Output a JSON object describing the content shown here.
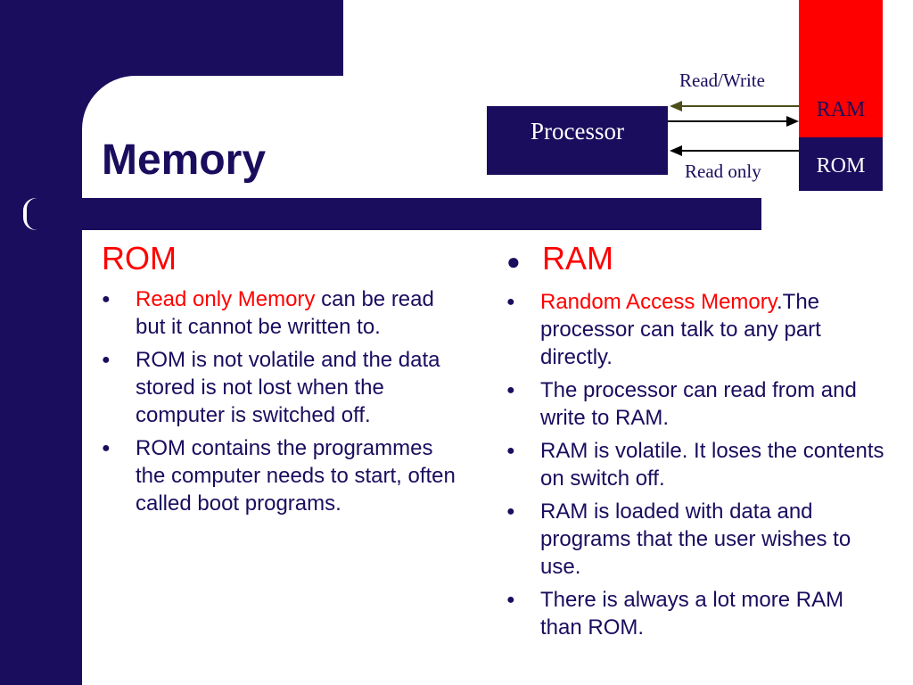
{
  "slide": {
    "title": "Memory",
    "diagram": {
      "processor_label": "Processor",
      "ram_label": "RAM",
      "rom_label": "ROM",
      "read_write_label": "Read/Write",
      "read_only_label": "Read only"
    },
    "rom_column": {
      "heading": "ROM",
      "bullets": [
        {
          "highlight": "Read only Memory",
          "text": " can be read but it cannot be written to."
        },
        {
          "highlight": "",
          "text": "ROM is not volatile and the data stored is not lost when the computer is switched off."
        },
        {
          "highlight": "",
          "text": "ROM contains the programmes the computer needs to start, often called boot programs."
        }
      ]
    },
    "ram_column": {
      "heading": "RAM",
      "bullets": [
        {
          "highlight": "Random Access Memory",
          "text": ".The processor can talk to any part directly."
        },
        {
          "highlight": "",
          "text": "The processor can read from and write to RAM."
        },
        {
          "highlight": "",
          "text": "RAM is volatile. It loses the contents on switch off."
        },
        {
          "highlight": "",
          "text": "RAM is loaded with data and programs that the user wishes to use."
        },
        {
          "highlight": "",
          "text": "There is always a lot more RAM than ROM."
        }
      ]
    }
  },
  "colors": {
    "navy": "#1a0d5e",
    "red": "#ff0000",
    "arrow_olive": "#4d4d1a"
  }
}
